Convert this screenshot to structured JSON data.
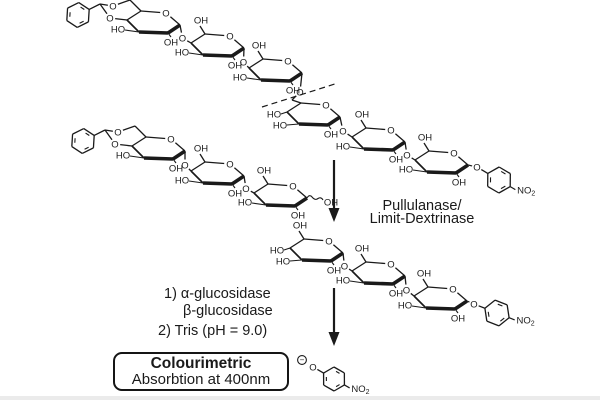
{
  "figure": {
    "step1_enzyme": {
      "line1": "Pullulanase/",
      "line2": "Limit-Dextrinase"
    },
    "step2_conditions": {
      "line1": "1) α-glucosidase",
      "line2": "β-glucosidase",
      "line3": "2) Tris (pH = 9.0)"
    },
    "result_box": {
      "title": "Colourimetric",
      "subtitle": "Absorbtion at 400nm"
    }
  },
  "atom_labels": {
    "oh": "OH",
    "ho": "HO",
    "o": "O",
    "no": "NO",
    "no_subscript": "2",
    "negative_charge": "−"
  },
  "colors": {
    "ink": "#1a1a1a",
    "background": "#ffffff"
  }
}
